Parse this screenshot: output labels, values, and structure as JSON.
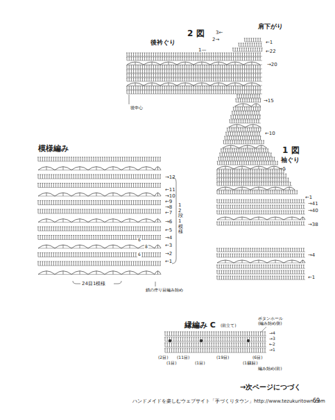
{
  "diagram": {
    "labels": [
      "2 図",
      "肩下がり",
      "後衿ぐり",
      "後中心",
      "3←",
      "2→",
      "1—",
      "←1",
      "←22",
      "→20",
      "→15",
      "←10",
      "1 図",
      "袖ぐり",
      "→5",
      "←1",
      "→41",
      "→40",
      "→38",
      "→4",
      "←1",
      "模様編み",
      "→12",
      "←11",
      "→10",
      "←9",
      "→8",
      "←7",
      "→6",
      "←5",
      "→4",
      "←3",
      "→2",
      "←1",
      "12段1模様",
      "24目1模様",
      "鎖の作り目編み始め",
      "6",
      "8",
      "6",
      "縁編み C",
      "(前立て)",
      "ボタンホール (編み始め側)",
      "→4",
      "→3",
      "←2",
      "→1",
      "(2目)",
      "(1目)",
      "(11目)",
      "(1目)",
      "(19目)",
      "(1目)",
      "(6目)",
      "(1目)",
      "編み始め(前)",
      "→次ページにつづく",
      "ハンドメイドを楽しむウェブサイト「手づくりタウン」http://www.tezukuritown.com",
      "69"
    ]
  }
}
